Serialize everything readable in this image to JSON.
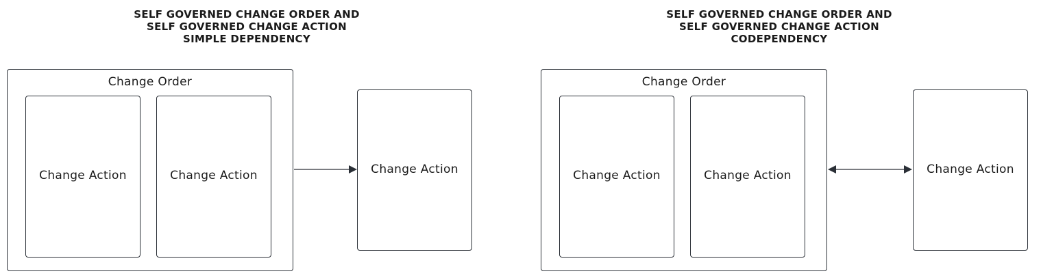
{
  "left": {
    "title_lines": [
      "SELF GOVERNED CHANGE ORDER AND",
      "SELF GOVERNED CHANGE ACTION",
      "SIMPLE DEPENDENCY"
    ],
    "order_label": "Change Order",
    "inner_action_1": "Change Action",
    "inner_action_2": "Change Action",
    "outer_action": "Change Action",
    "arrow": "one-way"
  },
  "right": {
    "title_lines": [
      "SELF GOVERNED CHANGE ORDER AND",
      "SELF GOVERNED CHANGE ACTION",
      "CODEPENDENCY"
    ],
    "order_label": "Change Order",
    "inner_action_1": "Change Action",
    "inner_action_2": "Change Action",
    "outer_action": "Change Action",
    "arrow": "two-way"
  },
  "colors": {
    "stroke": "#2a2f36",
    "text": "#1a1a1a",
    "background": "#ffffff"
  }
}
